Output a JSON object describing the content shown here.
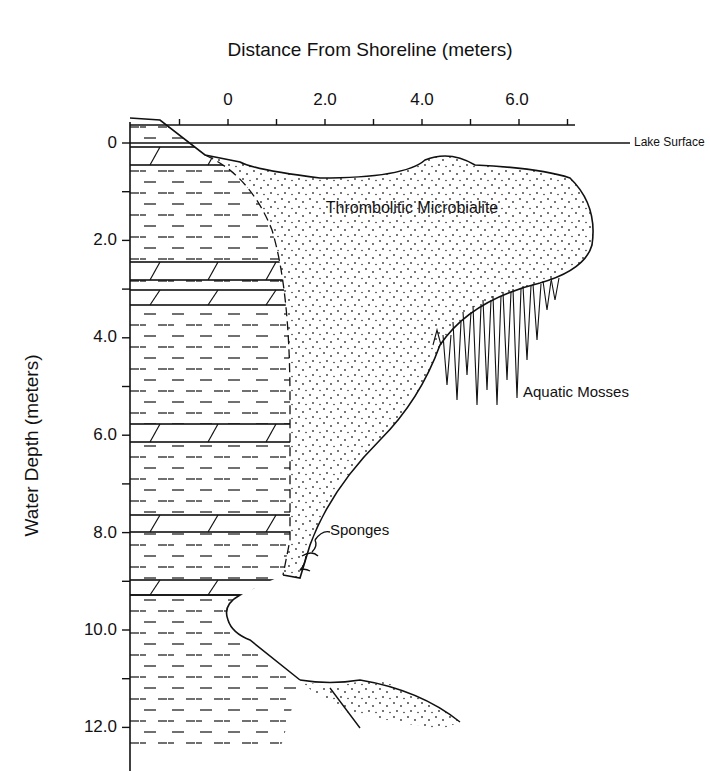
{
  "diagram": {
    "labels": [
      "Distance From Shoreline (meters)",
      "0",
      "2.0",
      "4.0",
      "6.0",
      "Lake Surface",
      "Thrombolitic Microbialite",
      "Aquatic Mosses",
      "Sponges",
      "Water Depth (meters)",
      "0",
      "2.0",
      "4.0",
      "6.0",
      "8.0",
      "10.0",
      "12.0"
    ]
  }
}
